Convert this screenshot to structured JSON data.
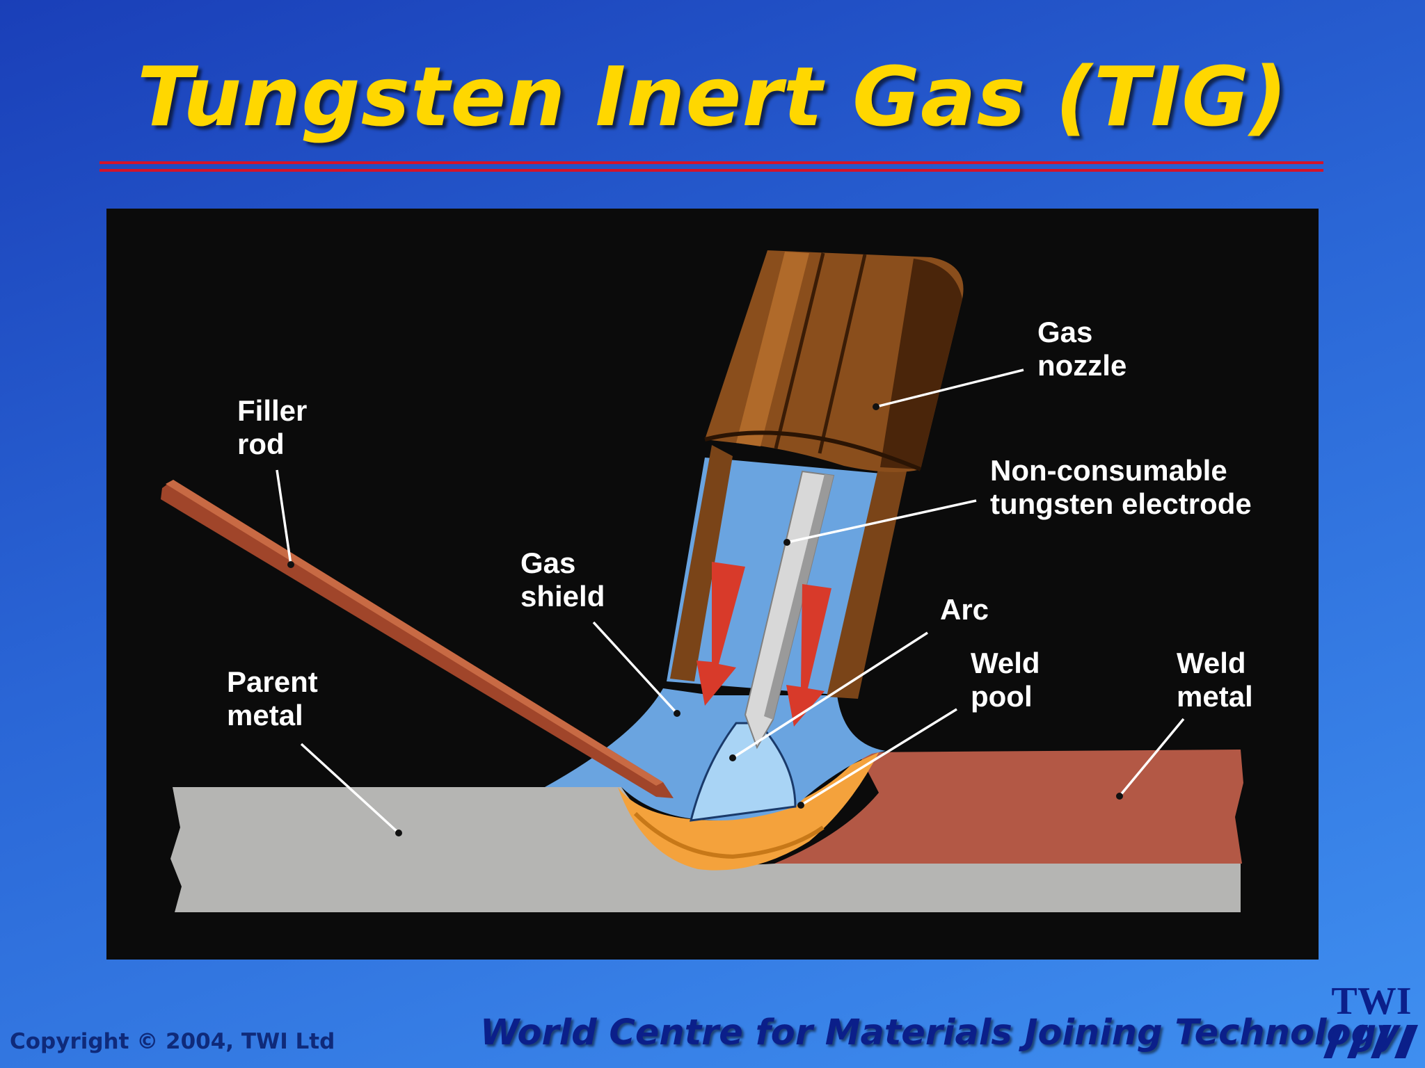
{
  "slide": {
    "title": "Tungsten Inert Gas (TIG)"
  },
  "diagram": {
    "labels": {
      "gas_nozzle": [
        "Gas",
        "nozzle"
      ],
      "filler_rod": [
        "Filler",
        "rod"
      ],
      "electrode": [
        "Non-consumable",
        "tungsten electrode"
      ],
      "gas_shield": [
        "Gas",
        "shield"
      ],
      "arc": [
        "Arc"
      ],
      "parent_metal": [
        "Parent",
        "metal"
      ],
      "weld_pool": [
        "Weld",
        "pool"
      ],
      "weld_metal": [
        "Weld",
        "metal"
      ]
    },
    "colors": {
      "background": "#0b0b0b",
      "nozzle": "#7a4418",
      "gas": "#6aa4e0",
      "electrode": "#d8d8d8",
      "flow_arrow": "#d83a2a",
      "filler_rod": "#a0452a",
      "parent_metal": "#b5b5b3",
      "weld_metal": "#b35845",
      "weld_pool": "#f4a23c"
    }
  },
  "footer": {
    "copyright": "Copyright © 2004, TWI Ltd",
    "slogan": "World Centre for Materials Joining Technology",
    "logo_text": "TWI"
  }
}
